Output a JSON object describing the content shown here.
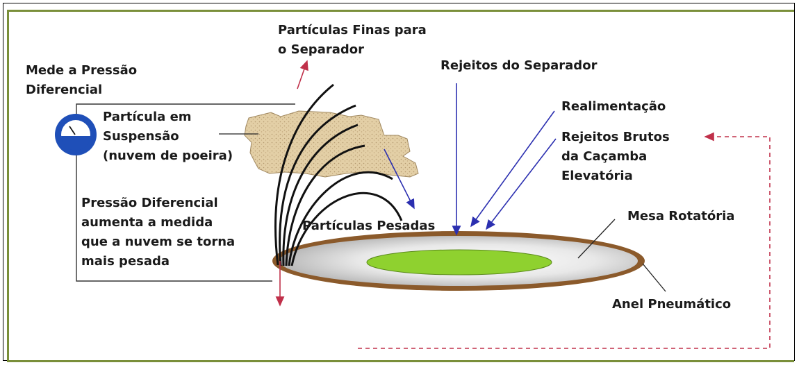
{
  "labels": {
    "fine_particles": "Partículas Finas para\no Separador",
    "measures_pressure": "Mede a Pressão\nDiferencial",
    "suspended_particle": "Partícula em\nSuspensão\n(nuvem de poeira)",
    "pressure_increases": "Pressão Diferencial\naumenta a medida\nque a nuvem se torna\nmais pesada",
    "separator_rejects": "Rejeitos do Separador",
    "feedback": "Realimentação",
    "raw_rejects": "Rejeitos Brutos\nda Caçamba\nElevatória",
    "heavy_particles": "Partículas Pesadas",
    "rotary_table": "Mesa Rotatória",
    "pneumatic_ring": "Anel Pneumático"
  },
  "colors": {
    "frame_green": "#7a8f3a",
    "ring_brown": "#8b5a2b",
    "table_green": "#8fd12f",
    "dust_cloud": "#e3cfa6",
    "flow_blue": "#2b2fb0",
    "gauge_blue": "#1f4fb8",
    "dashed_red": "#c0304a"
  }
}
